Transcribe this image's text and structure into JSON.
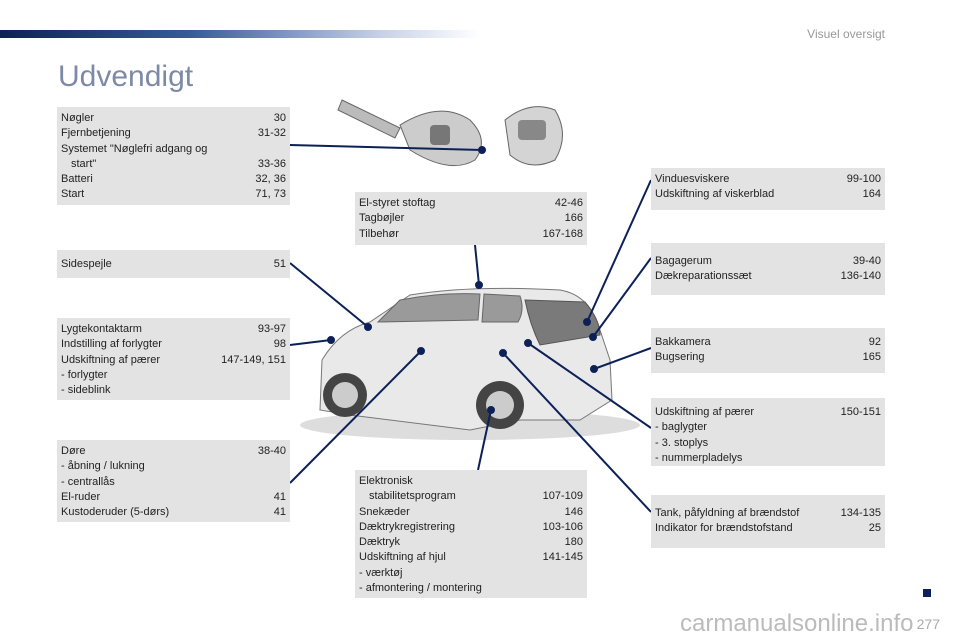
{
  "header": {
    "section": "Visuel oversigt",
    "title": "Udvendigt"
  },
  "boxes": {
    "keys": [
      [
        "Nøgler",
        "30"
      ],
      [
        "Fjernbetjening",
        "31-32"
      ],
      [
        "Systemet \"Nøglefri adgang og",
        ""
      ],
      [
        "  start\"",
        "33-36"
      ],
      [
        "Batteri",
        "32, 36"
      ],
      [
        "Start",
        "71, 73"
      ]
    ],
    "mirror": [
      [
        "Sidespejle",
        "51"
      ]
    ],
    "lights": [
      [
        "Lygtekontaktarm",
        "93-97"
      ],
      [
        "Indstilling af forlygter",
        "98"
      ],
      [
        "Udskiftning af pærer",
        "147-149, 151"
      ],
      [
        "-  forlygter",
        ""
      ],
      [
        "-  sideblink",
        ""
      ]
    ],
    "doors": [
      [
        "Døre",
        "38-40"
      ],
      [
        "-  åbning / lukning",
        ""
      ],
      [
        "-  centrallås",
        ""
      ],
      [
        "El-ruder",
        "41"
      ],
      [
        "Kustoderuder (5-dørs)",
        "41"
      ]
    ],
    "roof": [
      [
        "El-styret stoftag",
        "42-46"
      ],
      [
        "Tagbøjler",
        "166"
      ],
      [
        "Tilbehør",
        "167-168"
      ]
    ],
    "wheels": [
      [
        "Elektronisk",
        ""
      ],
      [
        "  stabilitetsprogram",
        "107-109"
      ],
      [
        "Snekæder",
        "146"
      ],
      [
        "Dæktrykregistrering",
        "103-106"
      ],
      [
        "Dæktryk",
        "180"
      ],
      [
        "Udskiftning af hjul",
        "141-145"
      ],
      [
        "-  værktøj",
        ""
      ],
      [
        "-  afmontering / montering",
        ""
      ]
    ],
    "wipers": [
      [
        "Vinduesviskere",
        "99-100"
      ],
      [
        "Udskiftning af viskerblad",
        "164"
      ]
    ],
    "boot": [
      [
        "Bagagerum",
        "39-40"
      ],
      [
        "Dækreparationssæt",
        "136-140"
      ]
    ],
    "camera": [
      [
        "Bakkamera",
        "92"
      ],
      [
        "Bugsering",
        "165"
      ]
    ],
    "rearlamps": [
      [
        "Udskiftning af pærer",
        "150-151"
      ],
      [
        "-  baglygter",
        ""
      ],
      [
        "-  3. stoplys",
        ""
      ],
      [
        "-  nummerpladelys",
        ""
      ]
    ],
    "fuel": [
      [
        "Tank, påfyldning af brændstof",
        "134-135"
      ],
      [
        "Indikator for brændstofstand",
        "25"
      ]
    ]
  },
  "footer": {
    "page": "277",
    "watermark": "carmanualsonline.info"
  },
  "colors": {
    "accent": "#0c2157",
    "box": "#e3e3e4"
  }
}
